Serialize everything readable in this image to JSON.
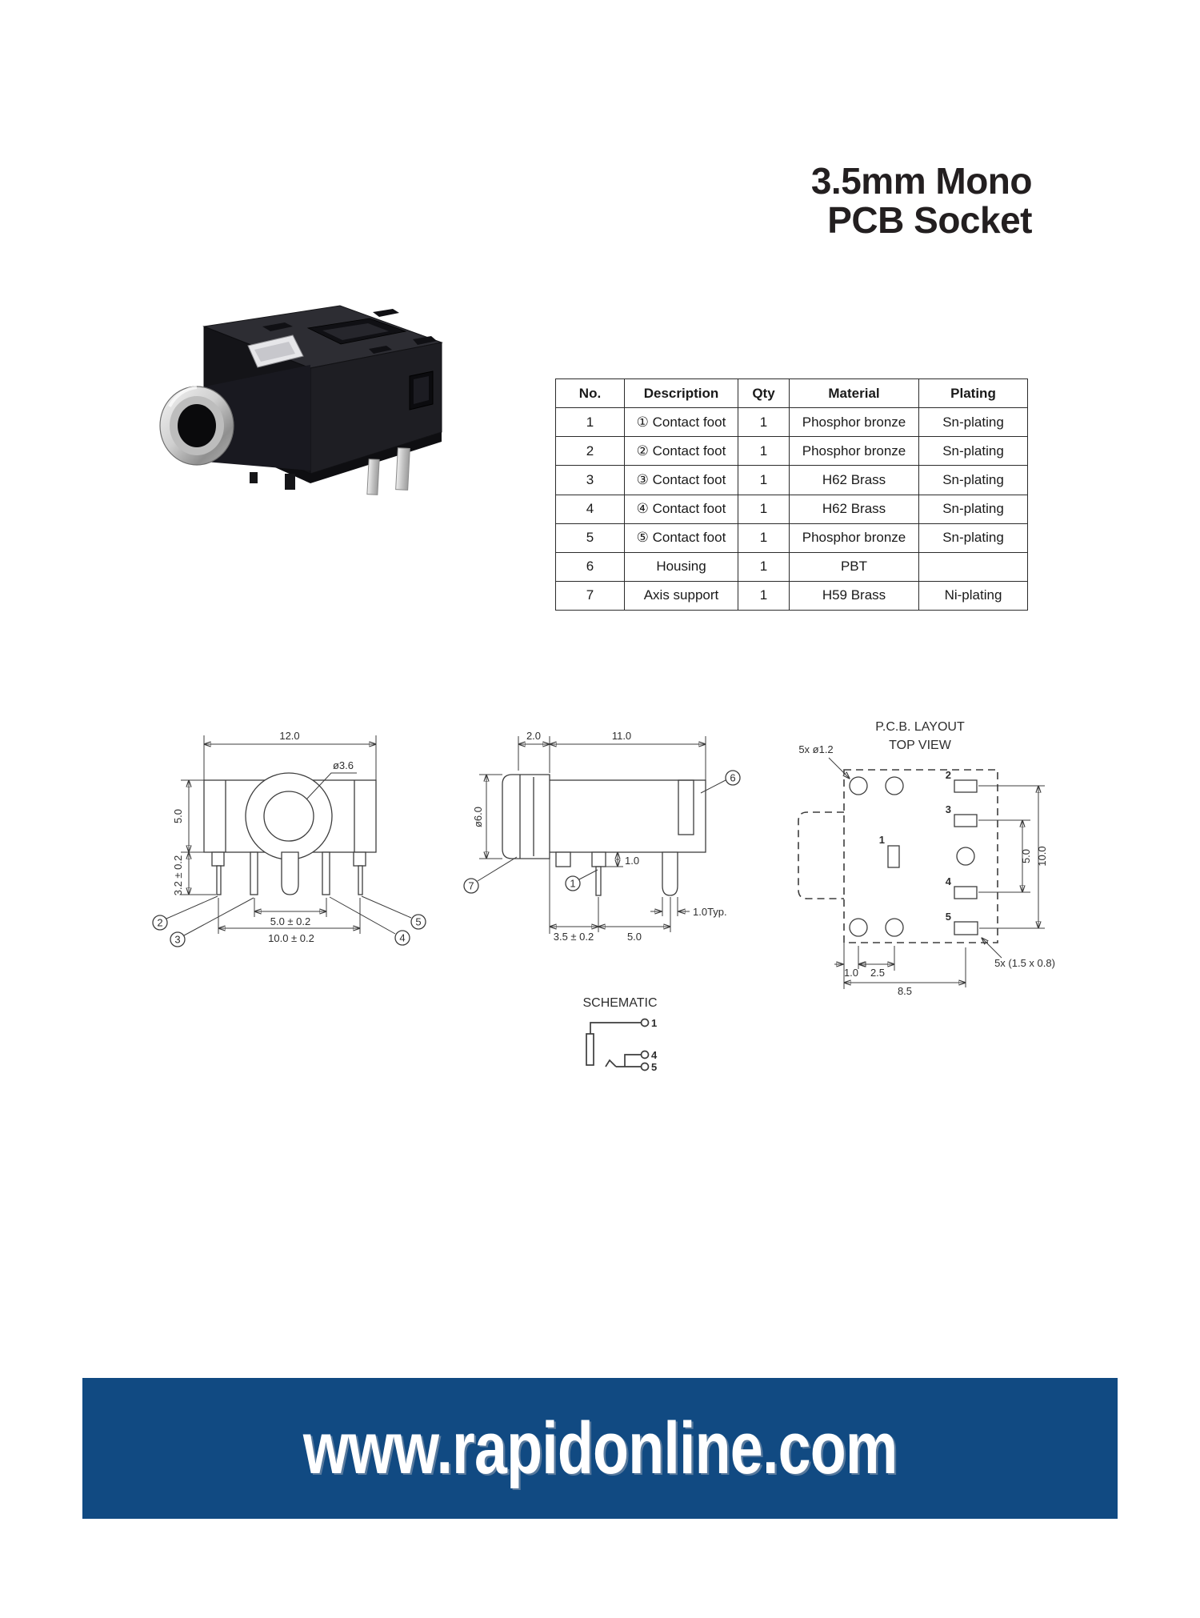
{
  "title": {
    "line1": "3.5mm Mono",
    "line2": "PCB Socket"
  },
  "parts_table": {
    "headers": [
      "No.",
      "Description",
      "Qty",
      "Material",
      "Plating"
    ],
    "rows": [
      [
        "1",
        "① Contact foot",
        "1",
        "Phosphor bronze",
        "Sn-plating"
      ],
      [
        "2",
        "② Contact foot",
        "1",
        "Phosphor bronze",
        "Sn-plating"
      ],
      [
        "3",
        "③ Contact foot",
        "1",
        "H62 Brass",
        "Sn-plating"
      ],
      [
        "4",
        "④ Contact foot",
        "1",
        "H62 Brass",
        "Sn-plating"
      ],
      [
        "5",
        "⑤ Contact foot",
        "1",
        "Phosphor bronze",
        "Sn-plating"
      ],
      [
        "6",
        "Housing",
        "1",
        "PBT",
        ""
      ],
      [
        "7",
        "Axis support",
        "1",
        "H59 Brass",
        "Ni-plating"
      ]
    ]
  },
  "drawings": {
    "front_view": {
      "dim_width": "12.0",
      "dim_hole": "ø3.6",
      "dim_body_height": "5.0",
      "dim_pin_length": "3.2 ± 0.2",
      "dim_pin_pitch": "5.0 ± 0.2",
      "dim_pin_span": "10.0 ± 0.2",
      "callout_2": "2",
      "callout_3": "3",
      "callout_4": "4",
      "callout_5": "5"
    },
    "side_view": {
      "dim_front": "2.0",
      "dim_depth": "11.0",
      "dim_barrel": "ø6.0",
      "dim_tab": "1.0",
      "dim_pin_typ": "1.0Typ.",
      "dim_pin1_offset": "3.5 ± 0.2",
      "dim_pin_gap": "5.0",
      "callout_1": "1",
      "callout_6": "6",
      "callout_7": "7"
    },
    "pcb_layout": {
      "title_line1": "P.C.B. LAYOUT",
      "title_line2": "TOP VIEW",
      "holes_label": "5x ø1.2",
      "pads_label": "5x (1.5 x 0.8)",
      "pad_1": "1",
      "pad_2": "2",
      "pad_3": "3",
      "pad_4": "4",
      "pad_5": "5",
      "dim_pad_pitch": "5.0",
      "dim_pad_span": "10.0",
      "dim_edge": "1.0",
      "dim_hole_gap": "2.5",
      "dim_total": "8.5"
    },
    "schematic": {
      "title": "SCHEMATIC",
      "terminal_1": "1",
      "terminal_4": "4",
      "terminal_5": "5"
    }
  },
  "footer": {
    "url": "www.rapidonline.com",
    "bar_color": "#114a82"
  }
}
